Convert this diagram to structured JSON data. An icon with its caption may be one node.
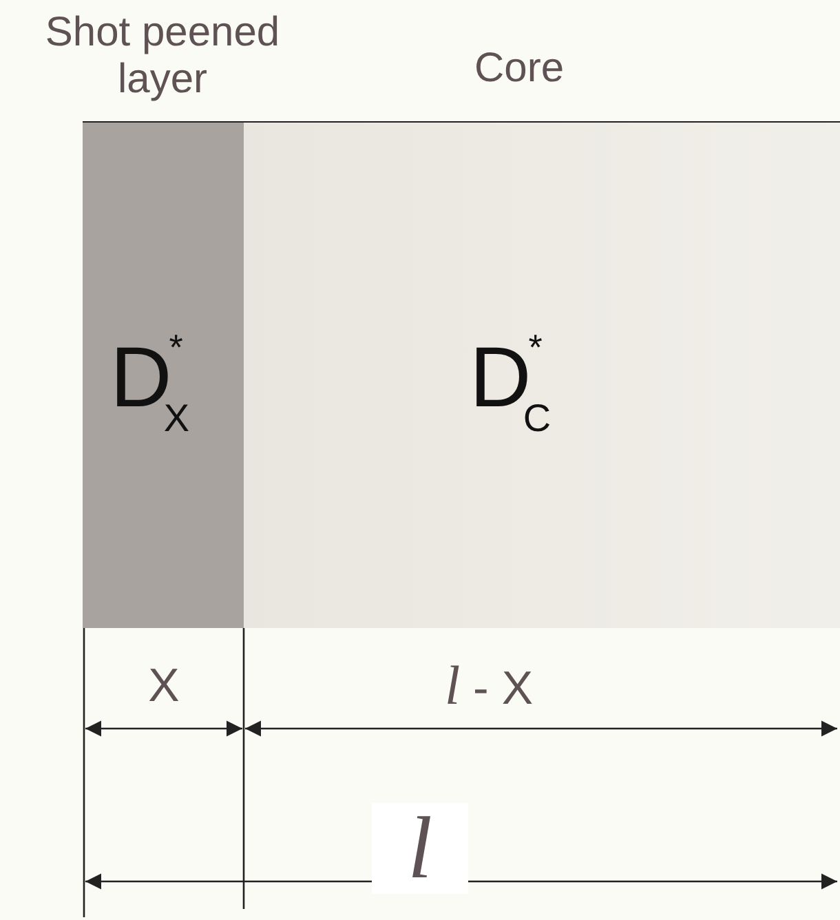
{
  "diagram": {
    "nodes": [
      {
        "text": [
          "Shot peened layer",
          "D$^{*}$$_{X}$"
        ]
      },
      {
        "text": [
          "Core",
          "D$^{*}$$_{C}$"
        ]
      }
    ],
    "labels": [
      "X",
      "*l* - X",
      "l"
    ]
  }
}
